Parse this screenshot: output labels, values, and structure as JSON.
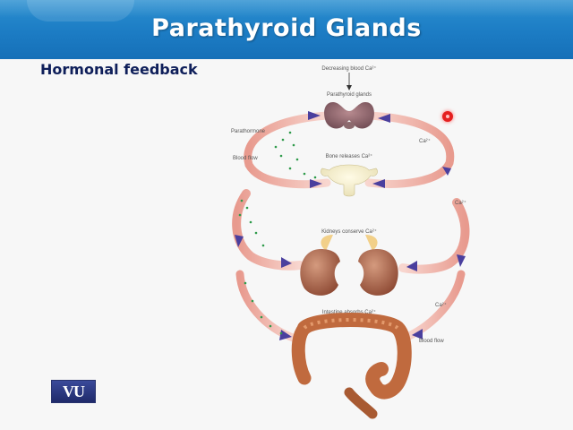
{
  "slide": {
    "title": "Parathyroid Glands",
    "subtitle": "Hormonal feedback"
  },
  "diagram": {
    "labels": {
      "decreasing_calcium": "Decreasing blood Ca²⁺",
      "parathyroid_glands": "Parathyroid glands",
      "parathormone": "Parathormone",
      "blood_flow_left": "Blood flow",
      "bone_releases": "Bone releases Ca²⁺",
      "ca_top_right": "Ca²⁺",
      "ca_mid_right": "Ca²⁺",
      "kidneys_conserve": "Kidneys conserve Ca²⁺",
      "intestine_absorbs": "Intestine absorbs Ca²⁺",
      "ca_low_right": "Ca²⁺",
      "blood_flow_right": "Blood flow"
    }
  },
  "logo": {
    "text": "VU"
  },
  "colors": {
    "header": "#1c7cc4",
    "subtitle": "#0f1f5a",
    "blood_band": "#f2b3a8",
    "arrow": "#4a3f9e",
    "hormone_dot": "#2e9a4a",
    "organ": "#a9634a"
  }
}
